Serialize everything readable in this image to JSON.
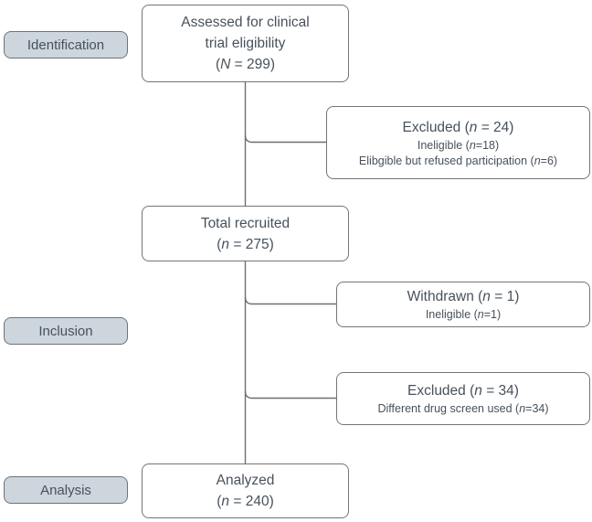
{
  "colors": {
    "background": "#ffffff",
    "text": "#47515c",
    "box_border": "#747474",
    "label_fill": "#cdd5dd",
    "label_border": "#6b737c",
    "connector": "#6e6e6e"
  },
  "stages": {
    "identification": {
      "label": "Identification"
    },
    "inclusion": {
      "label": "Inclusion"
    },
    "analysis": {
      "label": "Analysis"
    }
  },
  "boxes": {
    "assessed": {
      "l1": "Assessed for clinical",
      "l2": "trial eligibility",
      "n_pre": "(",
      "n_var": "N",
      "n_rest": " = 299)"
    },
    "excluded_screening": {
      "t_pre": "Excluded (",
      "t_var": "n",
      "t_rest": " = 24)",
      "s1_pre": "Ineligible (",
      "s1_var": "n",
      "s1_rest": "=18)",
      "s2_pre": "Elibgible but refused participation (",
      "s2_var": "n",
      "s2_rest": "=6)"
    },
    "recruited": {
      "l1": "Total recruited",
      "n_pre": "(",
      "n_var": "n",
      "n_rest": " = 275)"
    },
    "withdrawn": {
      "t_pre": "Withdrawn (",
      "t_var": "n",
      "t_rest": " = 1)",
      "s1_pre": "Ineligible (",
      "s1_var": "n",
      "s1_rest": "=1)"
    },
    "excluded_analysis": {
      "t_pre": "Excluded (",
      "t_var": "n",
      "t_rest": " = 34)",
      "s1_pre": "Different drug screen used (",
      "s1_var": "n",
      "s1_rest": "=34)"
    },
    "analyzed": {
      "l1": "Analyzed",
      "n_pre": "(",
      "n_var": "n",
      "n_rest": " = 240)"
    }
  }
}
